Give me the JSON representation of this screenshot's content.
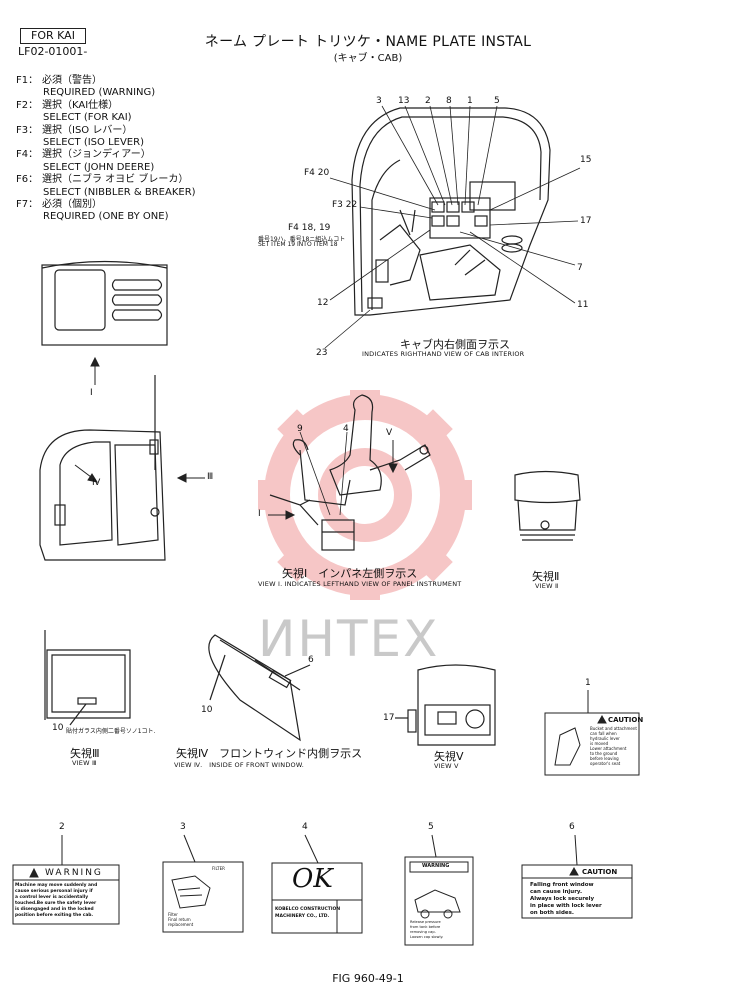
{
  "header": {
    "variant_box": "FOR KAI",
    "part_code": "LF02-01001-",
    "title": "ネーム プレート トリツケ・NAME PLATE INSTAL",
    "subtitle": "(キャブ・CAB)"
  },
  "legend": [
    {
      "key": "F1：",
      "jp": "必須（警告）",
      "en": "REQUIRED (WARNING)"
    },
    {
      "key": "F2：",
      "jp": "選択（KAI仕様）",
      "en": "SELECT (FOR KAI)"
    },
    {
      "key": "F3：",
      "jp": "選択（ISO レバー）",
      "en": "SELECT (ISO LEVER)"
    },
    {
      "key": "F4：",
      "jp": "選択（ジョンディアー）",
      "en": "SELECT (JOHN DEERE)"
    },
    {
      "key": "F6：",
      "jp": "選択（ニブラ オヨビ ブレーカ）",
      "en": "SELECT (NIBBLER & BREAKER)"
    },
    {
      "key": "F7：",
      "jp": "必須（個別）",
      "en": "REQUIRED (ONE BY ONE)"
    }
  ],
  "cab_view": {
    "callouts_top": [
      "3",
      "13",
      "2",
      "8",
      "1",
      "5"
    ],
    "callout_15": "15",
    "callout_17": "17",
    "callout_7": "7",
    "callout_11": "11",
    "callout_12": "12",
    "callout_23": "23",
    "f4_20": "F4 20",
    "f3_22": "F3 22",
    "f4_18_19": "F4 18, 19",
    "note_line1": "番号19ハ、番号18ニ組込ムコト",
    "note_line2": "SET ITEM 19 INTO ITEM 18",
    "caption_jp": "キャブ内右側面ヲ示ス",
    "caption_en": "INDICATES RIGHTHAND VIEW OF CAB INTERIOR"
  },
  "arrows": {
    "i": "Ⅰ",
    "iii": "Ⅲ",
    "iv": "Ⅳ",
    "v": "V",
    "i_side": "Ⅰ"
  },
  "seat_view": {
    "callout_9": "9",
    "callout_4": "4",
    "caption_jp": "矢視Ⅰ　インパネ左側ヲ示ス",
    "caption_en": "VIEW Ⅰ. INDICATES LEFTHAND VIEW OF PANEL INSTRUMENT"
  },
  "view_ii": {
    "caption_jp": "矢視Ⅱ",
    "caption_en": "VIEW Ⅱ"
  },
  "view_iii": {
    "callout_10": "10",
    "note": "貼付ガラス内側二番号ソノ1コト.",
    "caption_jp": "矢視Ⅲ",
    "caption_en": "VIEW Ⅲ"
  },
  "view_iv": {
    "callout_6": "6",
    "callout_10": "10",
    "caption_jp": "矢視Ⅳ　フロントウィンド内側ヲ示ス",
    "caption_en": "VIEW Ⅳ.　INSIDE OF FRONT WINDOW."
  },
  "view_v": {
    "callout_17": "17",
    "caption_jp": "矢視Ⅴ",
    "caption_en": "VIEW Ⅴ"
  },
  "plates": {
    "p1": {
      "num": "1",
      "head": "CAUTION",
      "body": [
        "Bucket and attachment",
        "can fall when",
        "hydraulic lever",
        "is moved",
        "Lower attachment",
        "to the ground",
        "before leaving",
        "operator's seat"
      ]
    },
    "p2": {
      "num": "2",
      "head": "WARNING",
      "body": [
        "Machine may move suddenly and",
        "cause serious personal injury if",
        "a control lever is accidentally",
        "touched.Be sure the safety lever",
        "is disengaged and in the locked",
        "position before exiting the cab."
      ]
    },
    "p3": {
      "num": "3",
      "head": "FILTER",
      "body": [
        "Filter",
        "Final return",
        "replacement"
      ]
    },
    "p4": {
      "num": "4",
      "logo": "OK",
      "company": "KOBELCO CONSTRUCTION",
      "company2": "MACHINERY CO., LTD."
    },
    "p5": {
      "num": "5",
      "head": "WARNING",
      "body": [
        "Release pressure",
        "from tank before",
        "removing cap.",
        "Loosen cap slowly."
      ]
    },
    "p6": {
      "num": "6",
      "head": "CAUTION",
      "body": [
        "Falling front window",
        "can cause injury.",
        "Always lock securely",
        "in place with lock lever",
        "on both sides."
      ]
    }
  },
  "watermark": "ИНТЕХ",
  "footer": {
    "fig": "FIG 960-49-1"
  }
}
